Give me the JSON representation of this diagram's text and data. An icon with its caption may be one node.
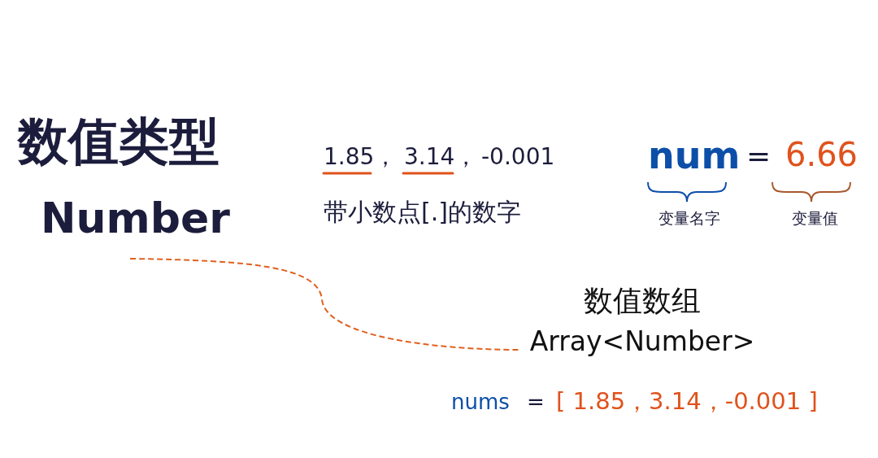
{
  "diagram": {
    "nodes": [
      {
        "text": [
          "数值类型",
          "Number"
        ]
      },
      {
        "text": [
          "数值数组",
          "Array<Number>"
        ]
      }
    ],
    "edges": [
      {
        "from": 0,
        "to": 1,
        "arrow": "none",
        "style": "dashed",
        "color": "#e0601f"
      }
    ],
    "labels": [
      "1.85，",
      "3.14，",
      "-0.001",
      "带小数点[.]的数字",
      "num",
      "=",
      "6.66",
      "变量名字",
      "变量值",
      "nums",
      "=",
      "[ 1.85，3.14，-0.001 ]"
    ]
  }
}
